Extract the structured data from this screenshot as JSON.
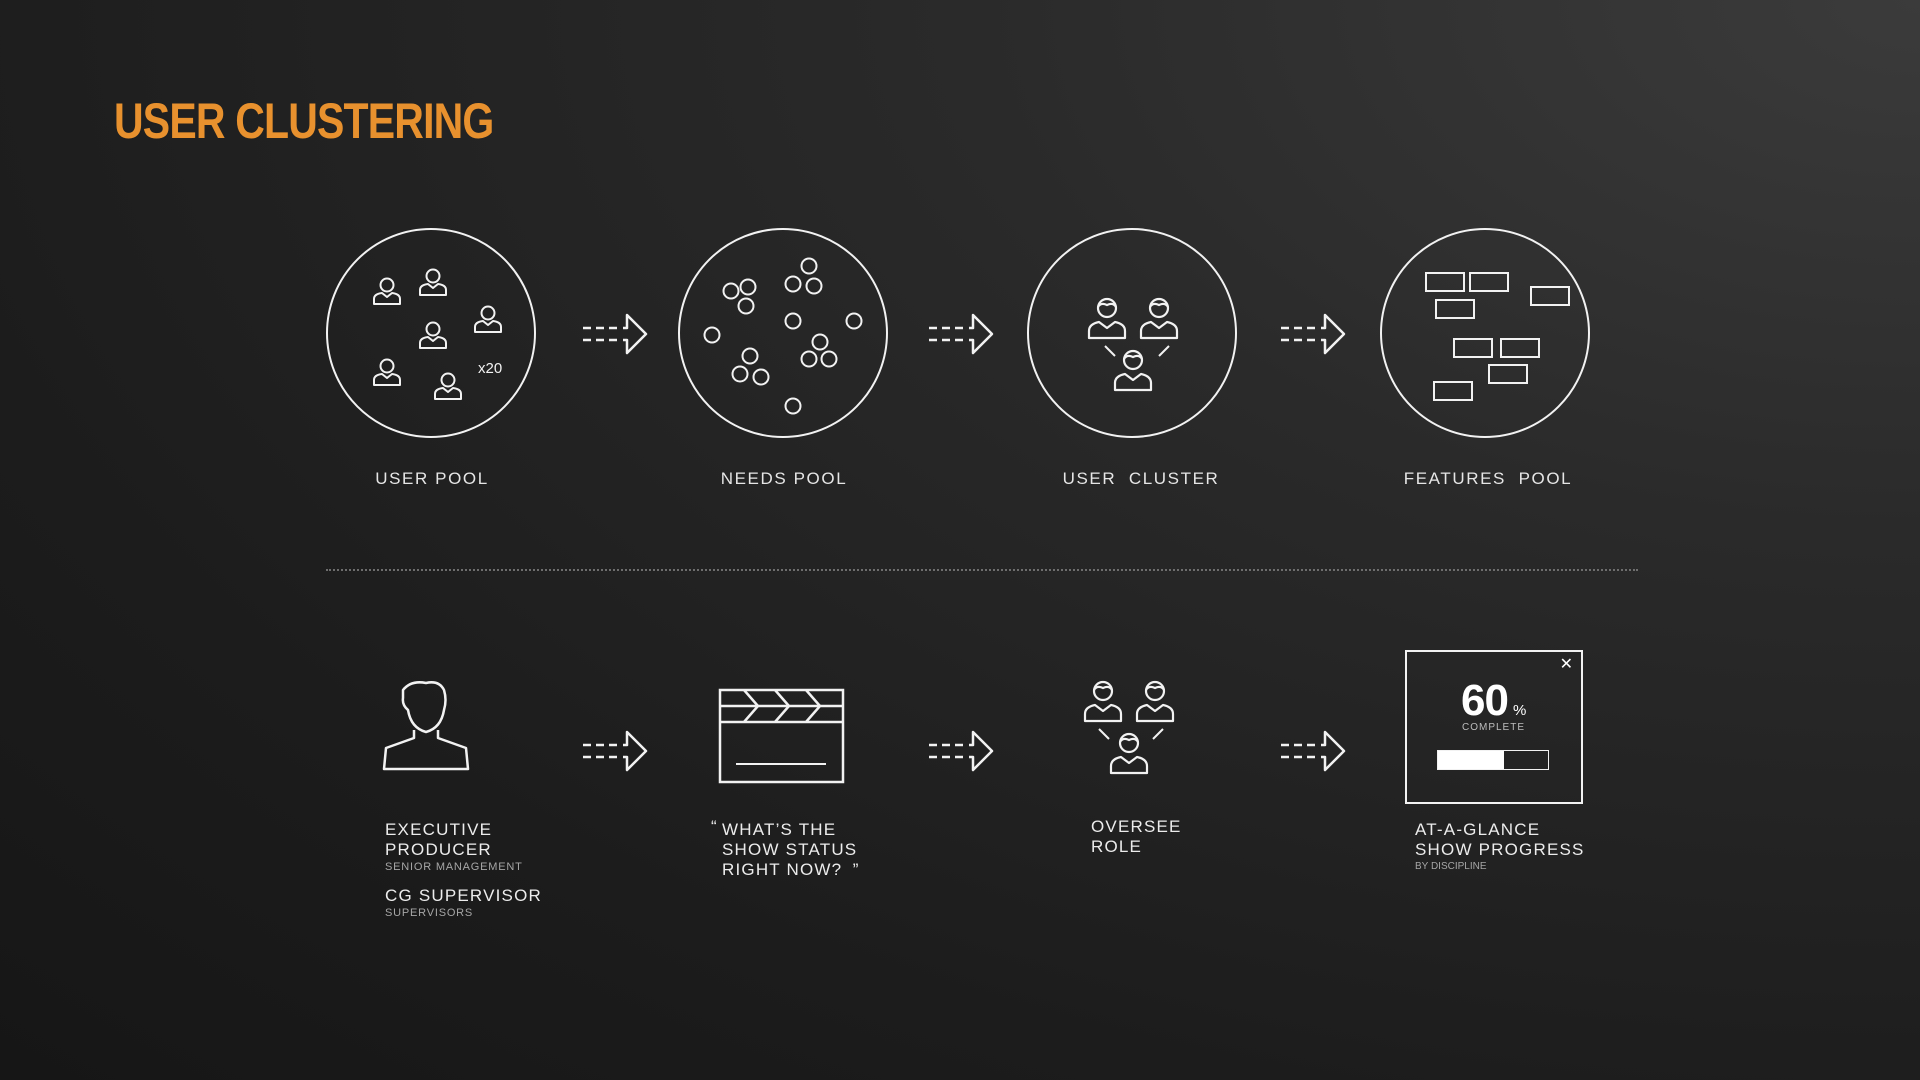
{
  "title": "USER CLUSTERING",
  "colors": {
    "accent": "#e8912e",
    "line": "#f2f2f2",
    "background": "#1c1c1c"
  },
  "pools": [
    {
      "label": "USER POOL",
      "icon": "user-pool-icon",
      "multiplier": "x20"
    },
    {
      "label": "NEEDS POOL",
      "icon": "needs-pool-icon"
    },
    {
      "label": "USER  CLUSTER",
      "icon": "user-cluster-icon"
    },
    {
      "label": "FEATURES  POOL",
      "icon": "features-pool-icon"
    }
  ],
  "example": {
    "users": [
      {
        "name": "EXECUTIVE",
        "name2": "PRODUCER",
        "group": "SENIOR MANAGEMENT"
      },
      {
        "name": "CG SUPERVISOR",
        "group": "SUPERVISORS"
      }
    ],
    "need": {
      "open_quote": "“",
      "line1": "WHAT’S THE",
      "line2": "SHOW STATUS",
      "line3": "RIGHT NOW?",
      "close_quote": "”"
    },
    "cluster": {
      "line1": "OVERSEE",
      "line2": "ROLE"
    },
    "feature": {
      "line1": "AT-A-GLANCE",
      "line2": "SHOW PROGRESS",
      "sub": "BY DISCIPLINE",
      "progress_value": "60",
      "progress_unit": "%",
      "progress_label": "COMPLETE",
      "progress_fraction": 0.6,
      "close_glyph": "✕"
    }
  }
}
